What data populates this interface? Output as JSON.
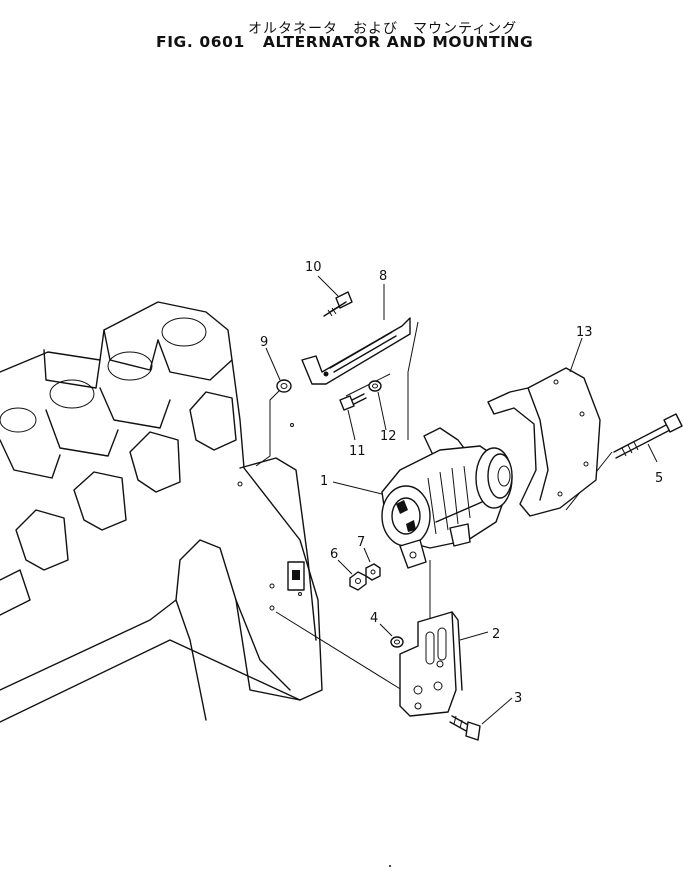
{
  "header": {
    "title_jp": "オルタネータ　および　マウンティング",
    "fig_number": "FIG. 0601",
    "title_en": "ALTERNATOR AND MOUNTING"
  },
  "callouts": [
    {
      "id": "1",
      "label": "1"
    },
    {
      "id": "2",
      "label": "2"
    },
    {
      "id": "3",
      "label": "3"
    },
    {
      "id": "4",
      "label": "4"
    },
    {
      "id": "5",
      "label": "5"
    },
    {
      "id": "6",
      "label": "6"
    },
    {
      "id": "7",
      "label": "7"
    },
    {
      "id": "8",
      "label": "8"
    },
    {
      "id": "9",
      "label": "9"
    },
    {
      "id": "10",
      "label": "10"
    },
    {
      "id": "11",
      "label": "11"
    },
    {
      "id": "12",
      "label": "12"
    },
    {
      "id": "13",
      "label": "13"
    }
  ]
}
